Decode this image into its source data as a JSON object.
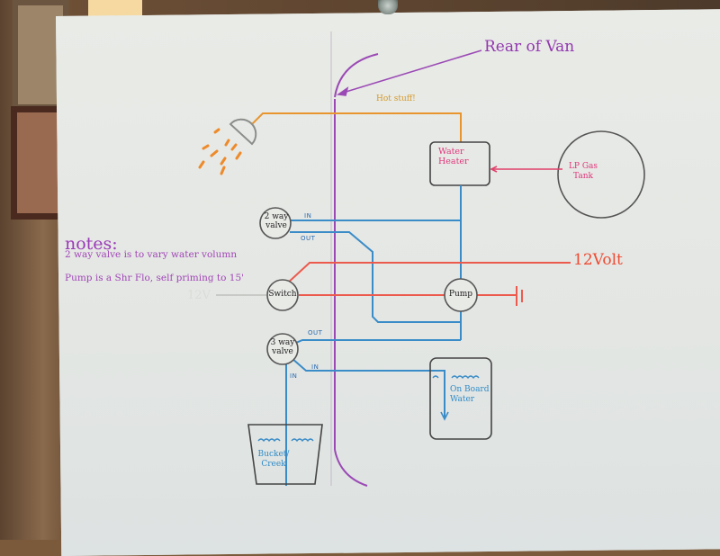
{
  "diagram": {
    "title_label": "Rear of Van",
    "hot_label": "Hot stuff!",
    "power_label": "12Volt",
    "ghost_label": "12V",
    "notes": {
      "title": "notes:",
      "lines": [
        "2 way valve is to vary water volumn",
        "Pump is a Shr Flo, self priming to 15'"
      ]
    },
    "components": {
      "two_way_valve": "2 way valve",
      "switch": "Switch",
      "three_way_valve": "3 way valve",
      "pump": "Pump",
      "water_heater": "Water Heater",
      "lp_tank": "LP Gas Tank",
      "onboard_water": "On Board Water",
      "bucket": "Bucket/ Creek"
    },
    "port_labels": {
      "two_way_in": "IN",
      "two_way_out": "OUT",
      "three_way_out": "OUT",
      "three_way_in_right": "IN",
      "three_way_in_down": "IN"
    },
    "colors": {
      "water_line": "#3a8cc8",
      "hot_line": "#e8952e",
      "power_line": "#ec5a4e",
      "gas_line": "#e0406a",
      "van_outline": "#9b4ab5",
      "notes_text": "#a245b8"
    }
  }
}
